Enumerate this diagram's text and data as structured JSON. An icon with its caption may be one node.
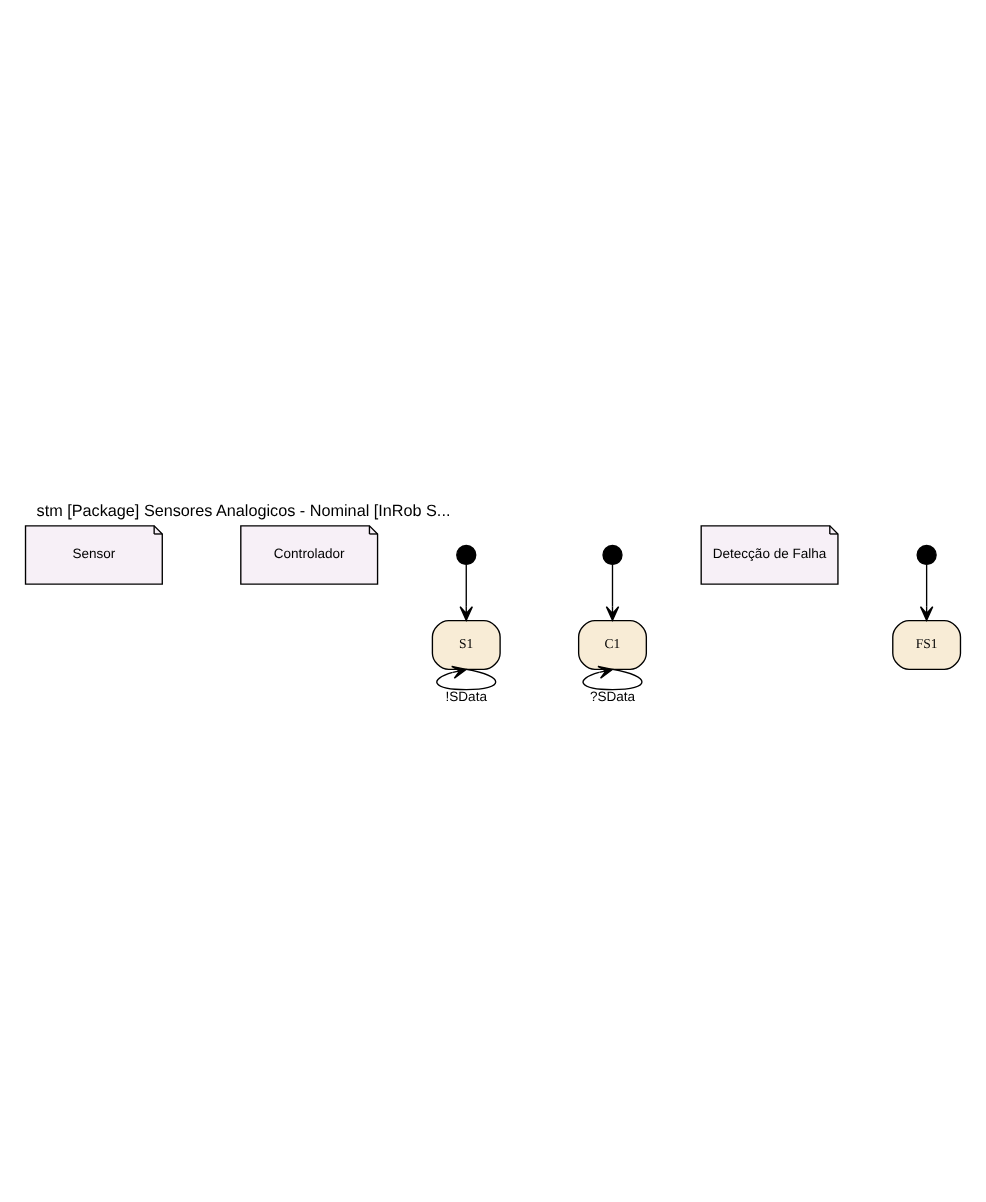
{
  "diagram": {
    "title": "stm [Package] Sensores Analogicos - Nominal [InRob S...",
    "nodes": [
      {
        "text": [
          "Sensor"
        ]
      },
      {
        "text": [
          "Controlador"
        ]
      },
      {
        "text": [],
        "shape": "circle"
      },
      {
        "text": [],
        "shape": "circle"
      },
      {
        "text": [
          "S1"
        ]
      },
      {
        "text": [
          "C1"
        ]
      },
      {
        "text": [
          "Detecção de Falha"
        ]
      },
      {
        "text": [],
        "shape": "circle"
      },
      {
        "text": [
          "FS1"
        ]
      }
    ],
    "edges": [
      {
        "from": 2,
        "to": 4,
        "arrow": "to"
      },
      {
        "from": 4,
        "to": 4,
        "arrow": "to",
        "label": "!SData"
      },
      {
        "from": 3,
        "to": 5,
        "arrow": "to"
      },
      {
        "from": 5,
        "to": 5,
        "arrow": "to",
        "label": "?SData"
      },
      {
        "from": 7,
        "to": 8,
        "arrow": "to"
      }
    ]
  }
}
